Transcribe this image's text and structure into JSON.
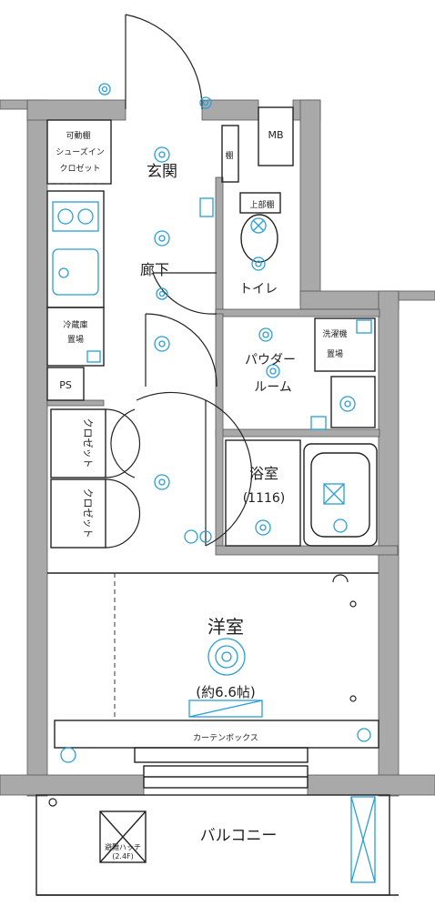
{
  "rooms": {
    "genkan": "玄関",
    "rouka": "廊下",
    "toilet": "トイレ",
    "powder_1": "パウダー",
    "powder_2": "ルーム",
    "bath_1": "浴室",
    "bath_2": "(1116)",
    "youshitsu": "洋室",
    "youshitsu_size": "(約6.6帖)",
    "balcony": "バルコニー"
  },
  "labels": {
    "mb": "MB",
    "ps": "PS",
    "tana": "棚",
    "shoes_1": "可動棚",
    "shoes_2": "シューズイン",
    "shoes_3": "クロゼット",
    "fridge_1": "冷蔵庫",
    "fridge_2": "置場",
    "washer_1": "洗濯機",
    "washer_2": "置場",
    "toilet_shelf": "上部棚",
    "closet_a": "クロゼット",
    "closet_b": "クロゼット",
    "curtain_box": "カーテンボックス",
    "hatch_1": "避難ハッチ",
    "hatch_2": "(2.4F)"
  },
  "colors": {
    "wall": "#a9a9a9",
    "line": "#222222",
    "fixture": "#2a9fd6"
  }
}
